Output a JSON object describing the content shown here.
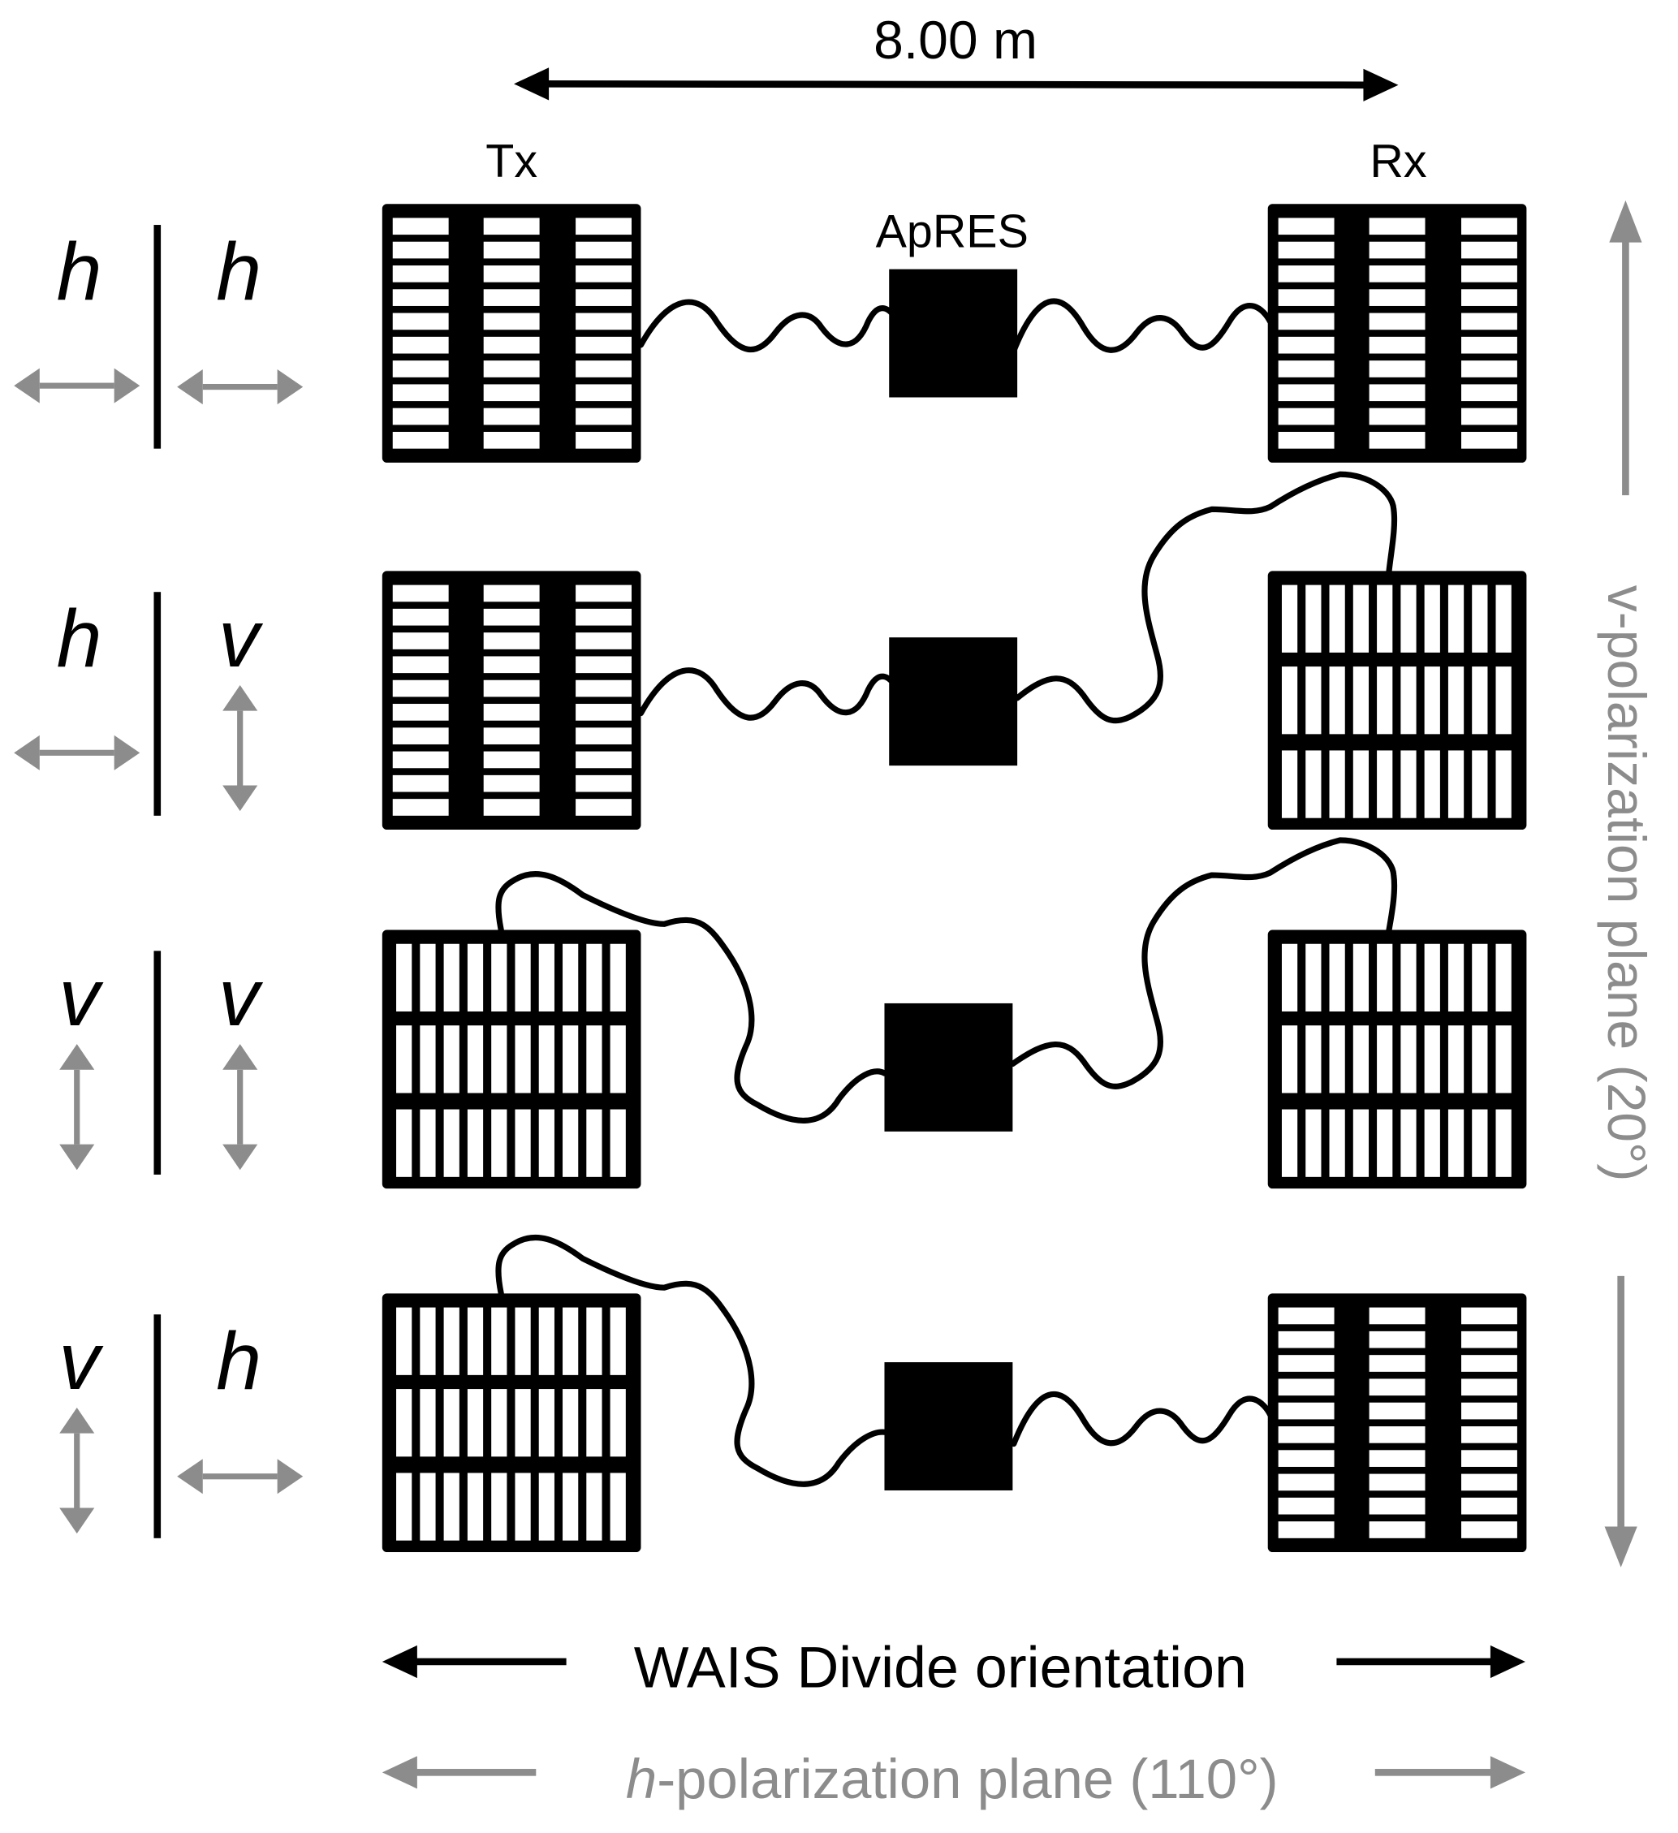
{
  "title_spacing": {
    "label": "8.00 m"
  },
  "labels": {
    "tx": "Tx",
    "rx": "Rx",
    "apres": "ApRES"
  },
  "rows": [
    {
      "tx_pol": "h",
      "rx_pol": "h",
      "tx_antenna": "horizontal",
      "rx_antenna": "horizontal"
    },
    {
      "tx_pol": "h",
      "rx_pol": "v",
      "tx_antenna": "horizontal",
      "rx_antenna": "vertical"
    },
    {
      "tx_pol": "v",
      "rx_pol": "v",
      "tx_antenna": "vertical",
      "rx_antenna": "vertical"
    },
    {
      "tx_pol": "v",
      "rx_pol": "h",
      "tx_antenna": "vertical",
      "rx_antenna": "horizontal"
    }
  ],
  "axes": {
    "wais": "WAIS Divide orientation",
    "h_plane_italic": "h",
    "h_plane_rest": "-polarization plane (110°)",
    "v_plane": "v-polarization plane (20°)"
  },
  "colors": {
    "ink": "#000000",
    "gray": "#8c8c8c",
    "background": "#ffffff"
  }
}
